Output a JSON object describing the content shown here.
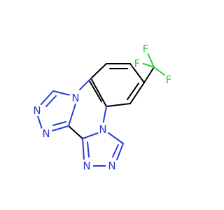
{
  "colors": {
    "background": "#ffffff",
    "carbon_bond": "#000000",
    "nitrogen": "#2b3cd6",
    "fluorine": "#33cc33"
  },
  "atoms": {
    "n_top_bridge": "N",
    "n_bottom_bridge": "N",
    "n_left_triazole_upper": "N",
    "n_left_triazole_lower": "N",
    "n_bottom_triazole_left": "N",
    "n_bottom_triazole_right": "N",
    "f_top": "F",
    "f_left": "F",
    "f_right": "F"
  }
}
